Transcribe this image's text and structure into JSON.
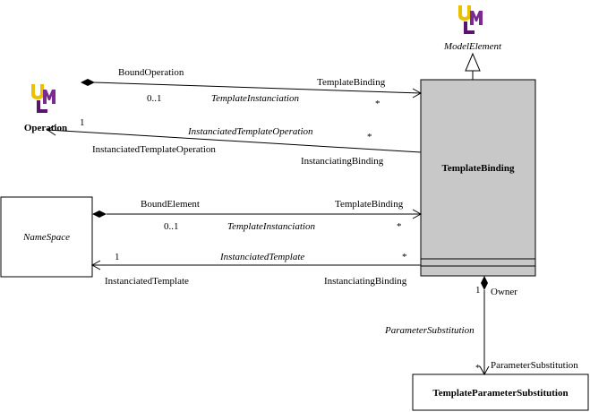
{
  "classes": {
    "template_binding": "TemplateBinding",
    "namespace": "NameSpace",
    "template_parameter_substitution": "TemplateParameterSubstitution",
    "operation": "Operation",
    "model_element": "ModelElement"
  },
  "associations": {
    "bound_operation": {
      "source_role": "BoundOperation",
      "source_mult": "0..1",
      "name": "TemplateInstanciation",
      "target_role": "TemplateBinding",
      "target_mult": "*"
    },
    "instanciated_operation": {
      "source_mult": "1",
      "name": "InstanciatedTemplateOperation",
      "source_role": "InstanciatedTemplateOperation",
      "target_mult": "*",
      "target_role": "InstanciatingBinding"
    },
    "bound_element": {
      "source_role": "BoundElement",
      "source_mult": "0..1",
      "name": "TemplateInstanciation",
      "target_role": "TemplateBinding",
      "target_mult": "*"
    },
    "instanciated_template": {
      "source_mult": "1",
      "name": "InstanciatedTemplate",
      "source_role": "InstanciatedTemplate",
      "target_mult": "*",
      "target_role": "InstanciatingBinding"
    },
    "parameter_substitution": {
      "owner_mult": "1",
      "owner_role": "Owner",
      "name": "ParameterSubstitution",
      "target_mult": "*",
      "target_role": "ParameterSubstitution"
    }
  },
  "icons": {
    "uml_logo": "uml-logo-icon",
    "colors": {
      "u": "#e8c200",
      "m": "#7b2a8f",
      "l": "#5a1470"
    }
  },
  "colors": {
    "template_binding_fill": "#c8c8c8",
    "line": "#000000"
  }
}
